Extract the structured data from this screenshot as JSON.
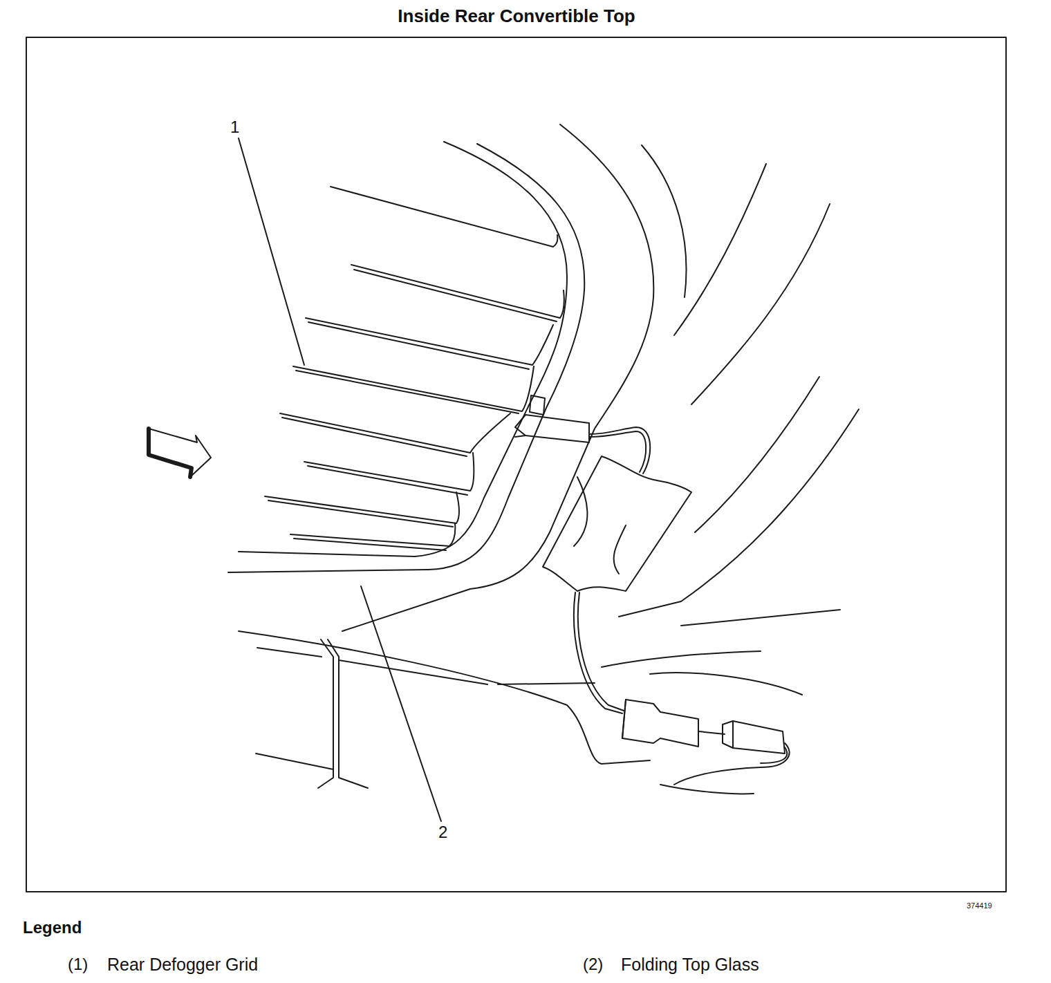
{
  "diagram": {
    "title": "Inside Rear Convertible Top",
    "labels": [
      "1",
      "2",
      "374419",
      "Legend",
      "(1)",
      "(2)"
    ],
    "legend": [
      {
        "text": "Rear Defogger Grid"
      },
      {
        "text": "Folding Top Glass"
      }
    ]
  }
}
